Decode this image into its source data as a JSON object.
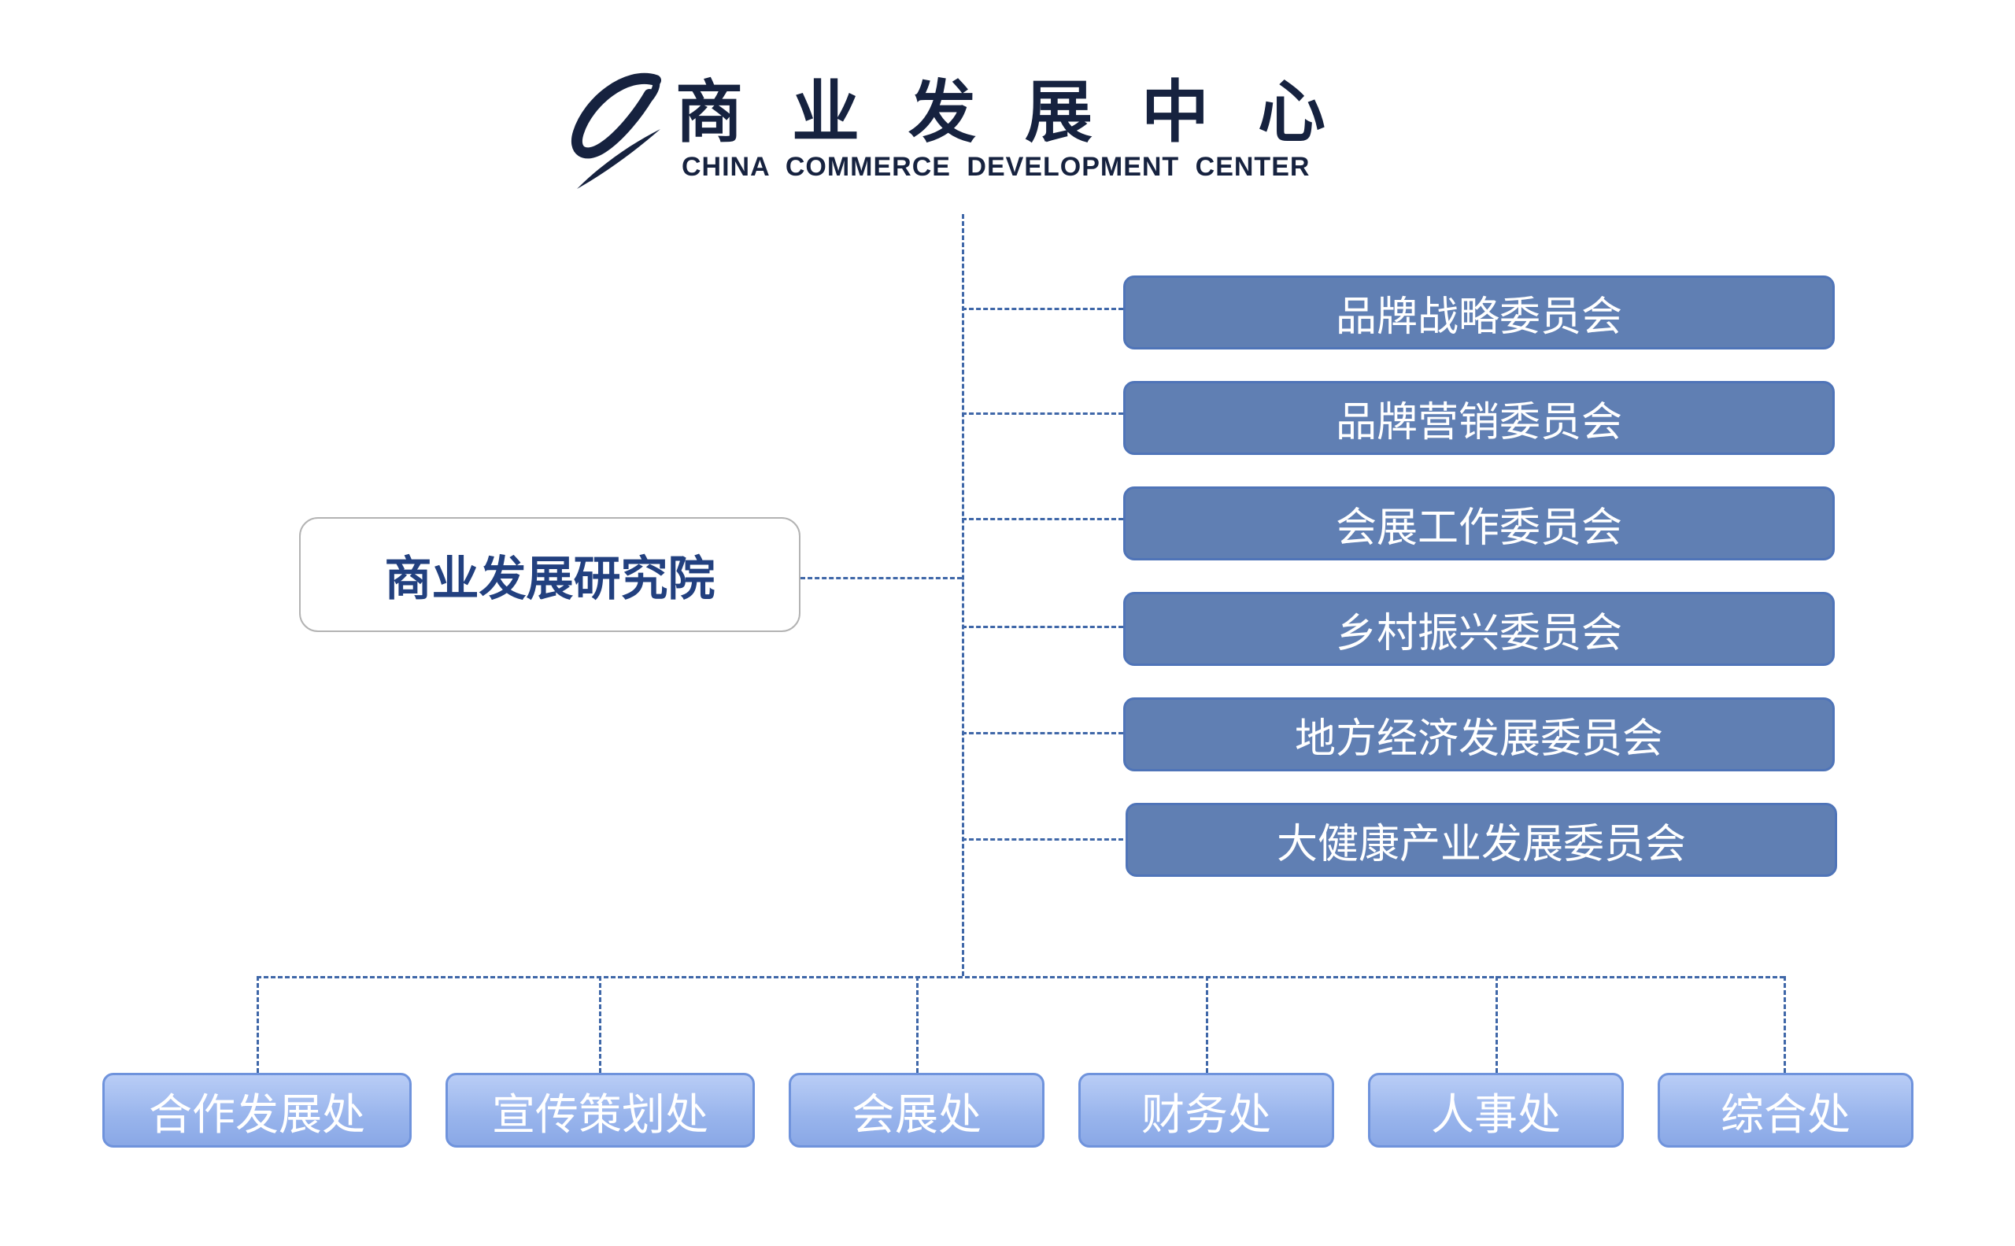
{
  "header": {
    "title_cn": "商业发展中心",
    "title_en": "CHINA COMMERCE DEVELOPMENT CENTER",
    "logo_icon": "stylized-c-logo"
  },
  "root": {
    "label": "商业发展研究院"
  },
  "committees": [
    {
      "label": "品牌战略委员会"
    },
    {
      "label": "品牌营销委员会"
    },
    {
      "label": "会展工作委员会"
    },
    {
      "label": "乡村振兴委员会"
    },
    {
      "label": "地方经济发展委员会"
    },
    {
      "label": "大健康产业发展委员会"
    }
  ],
  "departments": [
    {
      "label": "合作发展处"
    },
    {
      "label": "宣传策划处"
    },
    {
      "label": "会展处"
    },
    {
      "label": "财务处"
    },
    {
      "label": "人事处"
    },
    {
      "label": "综合处"
    }
  ],
  "colors": {
    "committee_fill": "#607fb3",
    "department_fill": "#98b4ec",
    "connector": "#3f67a8",
    "title_text": "#16223f",
    "institute_text": "#22407f"
  }
}
